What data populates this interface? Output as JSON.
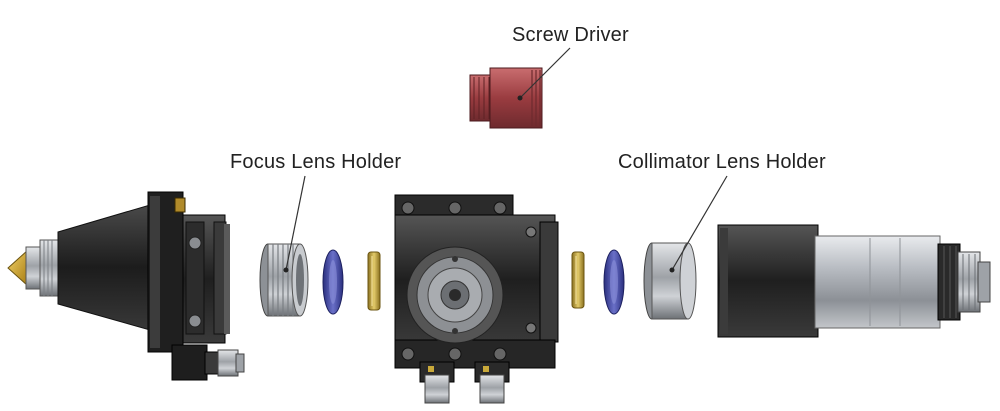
{
  "labels": {
    "screw_driver": "Screw Driver",
    "focus_lens_holder": "Focus Lens Holder",
    "collimator_lens_holder": "Collimator Lens Holder"
  },
  "colors": {
    "background": "#ffffff",
    "body_dark": "#2a2a2a",
    "body_mid": "#4a4a4a",
    "screw_driver_red": "#a8474a",
    "lens_blue": "#3a3f9e",
    "lens_gold": "#c9a93a",
    "metal_silver": "#b9bcc0",
    "leader_line": "#333333"
  }
}
